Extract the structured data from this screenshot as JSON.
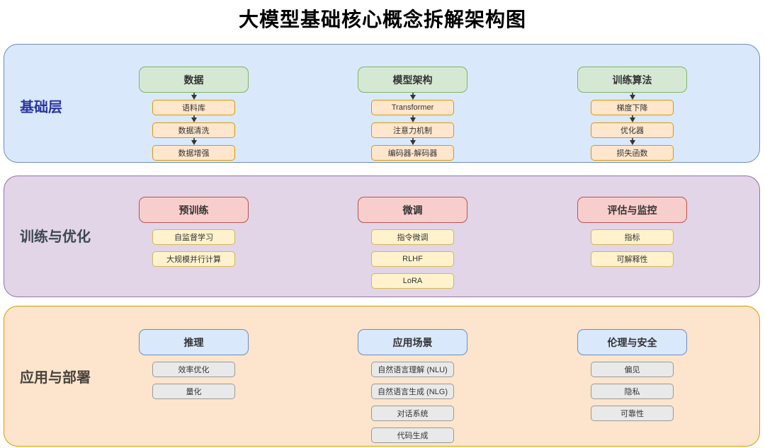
{
  "title": "大模型基础核心概念拆解架构图",
  "arrow_color": "#333333",
  "node_text_color": "#333333",
  "layers": [
    {
      "id": "foundation",
      "label": "基础层",
      "label_color": "#2b36a0",
      "bg": "#dae8fc",
      "border": "#6c8ebf",
      "header_bg": "#d5e8d4",
      "header_border": "#82b366",
      "item_bg": "#ffe6cc",
      "item_border": "#d79b00",
      "arrows": true,
      "columns": [
        {
          "id": "data",
          "header": "数据",
          "items": [
            "语料库",
            "数据清洗",
            "数据增强"
          ]
        },
        {
          "id": "model-architecture",
          "header": "模型架构",
          "items": [
            "Transformer",
            "注意力机制",
            "编码器-解码器"
          ]
        },
        {
          "id": "training-algorithm",
          "header": "训练算法",
          "items": [
            "梯度下降",
            "优化器",
            "损失函数"
          ]
        }
      ]
    },
    {
      "id": "training-optimization",
      "label": "训练与优化",
      "label_color": "#3d4852",
      "bg": "#e1d5e7",
      "border": "#9673a6",
      "header_bg": "#f8cecc",
      "header_border": "#b85450",
      "item_bg": "#fff2cc",
      "item_border": "#d6b656",
      "arrows": false,
      "columns": [
        {
          "id": "pretraining",
          "header": "预训练",
          "items": [
            "自监督学习",
            "大规模并行计算"
          ]
        },
        {
          "id": "finetuning",
          "header": "微调",
          "items": [
            "指令微调",
            "RLHF",
            "LoRA"
          ]
        },
        {
          "id": "evaluation-monitoring",
          "header": "评估与监控",
          "items": [
            "指标",
            "可解释性"
          ]
        }
      ]
    },
    {
      "id": "application-deployment",
      "label": "应用与部署",
      "label_color": "#4a433d",
      "bg": "#fce5cc",
      "border": "#d79b00",
      "header_bg": "#dae8fc",
      "header_border": "#6c8ebf",
      "item_bg": "#e9e9e9",
      "item_border": "#999999",
      "arrows": false,
      "columns": [
        {
          "id": "inference",
          "header": "推理",
          "items": [
            "效率优化",
            "量化"
          ]
        },
        {
          "id": "application-scenarios",
          "header": "应用场景",
          "items": [
            "自然语言理解 (NLU)",
            "自然语言生成 (NLG)",
            "对话系统",
            "代码生成"
          ]
        },
        {
          "id": "ethics-safety",
          "header": "伦理与安全",
          "items": [
            "偏见",
            "隐私",
            "可靠性"
          ]
        }
      ]
    }
  ]
}
